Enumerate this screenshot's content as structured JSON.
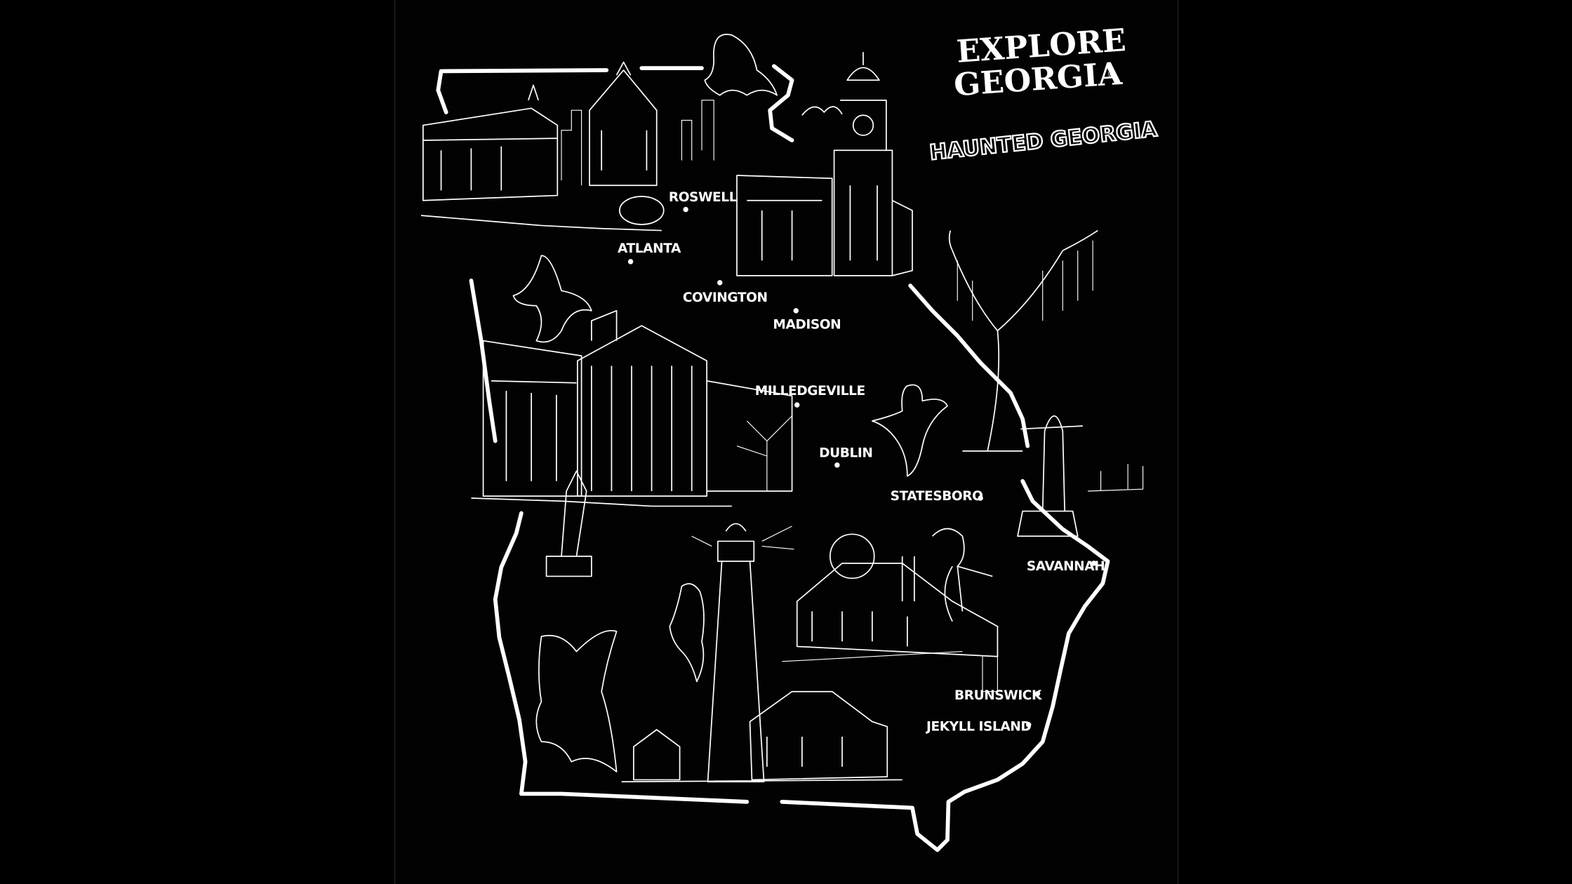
{
  "brand": {
    "line1": "EXPLORE",
    "line2": "GEORGIA",
    "registered": "®"
  },
  "title": "HAUNTED GEORGIA",
  "colors": {
    "background": "#000000",
    "ink": "#ffffff"
  },
  "cities": [
    {
      "name": "ROSWELL"
    },
    {
      "name": "ATLANTA"
    },
    {
      "name": "COVINGTON"
    },
    {
      "name": "MADISON"
    },
    {
      "name": "MILLEDGEVILLE"
    },
    {
      "name": "DUBLIN"
    },
    {
      "name": "STATESBORO"
    },
    {
      "name": "SAVANNAH"
    },
    {
      "name": "BRUNSWICK"
    },
    {
      "name": "JEKYLL ISLAND"
    }
  ]
}
